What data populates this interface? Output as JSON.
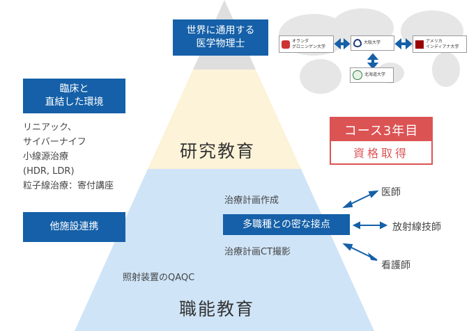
{
  "top_box": "世界に通用する\n医学物理士",
  "clinic_box": "臨床と\n直結した環境",
  "clinic_list": [
    "リニアック、",
    "サイバーナイフ",
    "小線源治療",
    "(HDR, LDR)",
    "粒子線治療：寄付講座"
  ],
  "research_label": "研究教育",
  "vocational_label": "職能教育",
  "partner_box": "他施設連携",
  "collab_box": "多職種との密な接点",
  "tasks": {
    "plan": "治療計画作成",
    "ct": "治療計画CT撮影",
    "qaqc": "照射装置のQAQC"
  },
  "roles": [
    "医師",
    "放射線技師",
    "看護師"
  ],
  "course": {
    "year": "コース3年目",
    "cert": "資格取得"
  },
  "universities": {
    "groningen": "オランダ\nグロニンゲン大学",
    "osaka": "大阪大学",
    "indiana": "アメリカ\nインディアナ大学",
    "hokkaido": "北海道大学"
  },
  "colors": {
    "blue": "#1560a8",
    "red": "#dc5354",
    "cream": "#fcf3d8",
    "lightblue": "#cfe4f7",
    "gray": "#dedede"
  }
}
